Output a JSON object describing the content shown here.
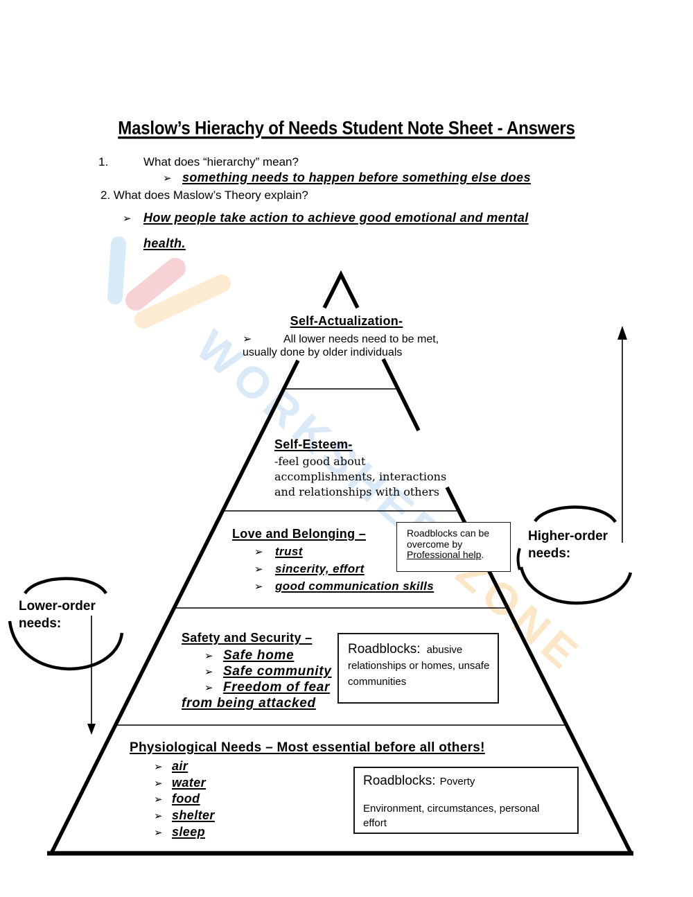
{
  "title": "Maslow’s Hierachy of Needs Student Note Sheet - Answers",
  "glyph": "➢",
  "questions": {
    "q1_number": "1.",
    "q1_text": "What does “hierarchy” mean?",
    "a1": "something needs to happen before something else does",
    "q2": "2. What does Maslow’s Theory explain?",
    "a2_line1": "How people take action to achieve good emotional and mental",
    "a2_line2": "health."
  },
  "pyramid": {
    "self_actualization": {
      "heading": "Self-Actualization-",
      "line1": "All lower needs need to be met,",
      "line2": "usually done by older individuals"
    },
    "self_esteem": {
      "heading": "Self-Esteem-",
      "line1": "-feel good about",
      "line2": "accomplishments, interactions",
      "line3": "and relationships with others"
    },
    "love_belonging": {
      "heading": "Love and Belonging –",
      "items": [
        "trust",
        "sincerity, effort",
        "good communication skills"
      ]
    },
    "safety_security": {
      "heading": "Safety and Security –",
      "items": [
        "Safe home",
        "Safe community",
        "Freedom of fear"
      ],
      "continuation": "from being attacked"
    },
    "physiological": {
      "heading": "Physiological Needs – Most essential before all others!",
      "items": [
        "air",
        "water",
        "food",
        "shelter",
        "sleep"
      ]
    }
  },
  "boxes": {
    "help": {
      "line1": "Roadblocks can be",
      "line2": "overcome by",
      "line3_underlined": "Professional help",
      "line3_suffix": "."
    },
    "safety": {
      "label": "Roadblocks:",
      "body": "abusive relationships or homes, unsafe communities"
    },
    "physiological": {
      "label": "Roadblocks:",
      "body1": "Poverty",
      "body2": "Environment, circumstances, personal effort"
    }
  },
  "side_labels": {
    "higher_order": "Higher-order needs:",
    "lower_order": "Lower-order needs:"
  },
  "watermark": {
    "word1": "WORKSHEET",
    "word2": "ZONE"
  }
}
